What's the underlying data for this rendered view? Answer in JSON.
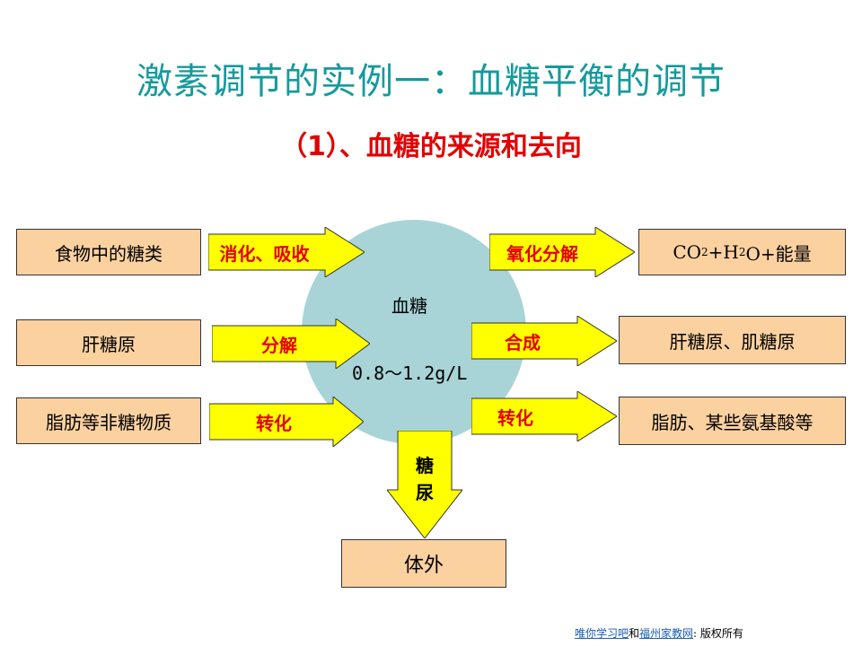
{
  "title": "激素调节的实例一：血糖平衡的调节",
  "subtitle": "（1）、血糖的来源和去向",
  "center": {
    "label": "血糖",
    "range": "0.8～1.2g/L"
  },
  "sources": [
    {
      "box": "食物中的糖类",
      "arrow": "消化、吸收"
    },
    {
      "box": "肝糖原",
      "arrow": "分解"
    },
    {
      "box": "脂肪等非糖物质",
      "arrow": "转化"
    }
  ],
  "sinks": [
    {
      "arrow": "氧化分解",
      "box_parts": [
        "CO",
        "2",
        "+H",
        "2",
        "O+能量"
      ]
    },
    {
      "arrow": "合成",
      "box": "肝糖原、肌糖原"
    },
    {
      "arrow": "转化",
      "box": "脂肪、某些氨基酸等"
    }
  ],
  "excretion": {
    "arrow_line1": "糖",
    "arrow_line2": "尿",
    "box": "体外"
  },
  "footer": {
    "link1": "唯你学习吧",
    "and": "和",
    "link2": "福州家教网",
    "suffix": ": 版权所有"
  },
  "colors": {
    "title": "#159a9c",
    "label_red": "#e30000",
    "box_fill": "#fbd1a0",
    "arrow_fill": "#ffff00",
    "circle": "#a8d4d8"
  }
}
